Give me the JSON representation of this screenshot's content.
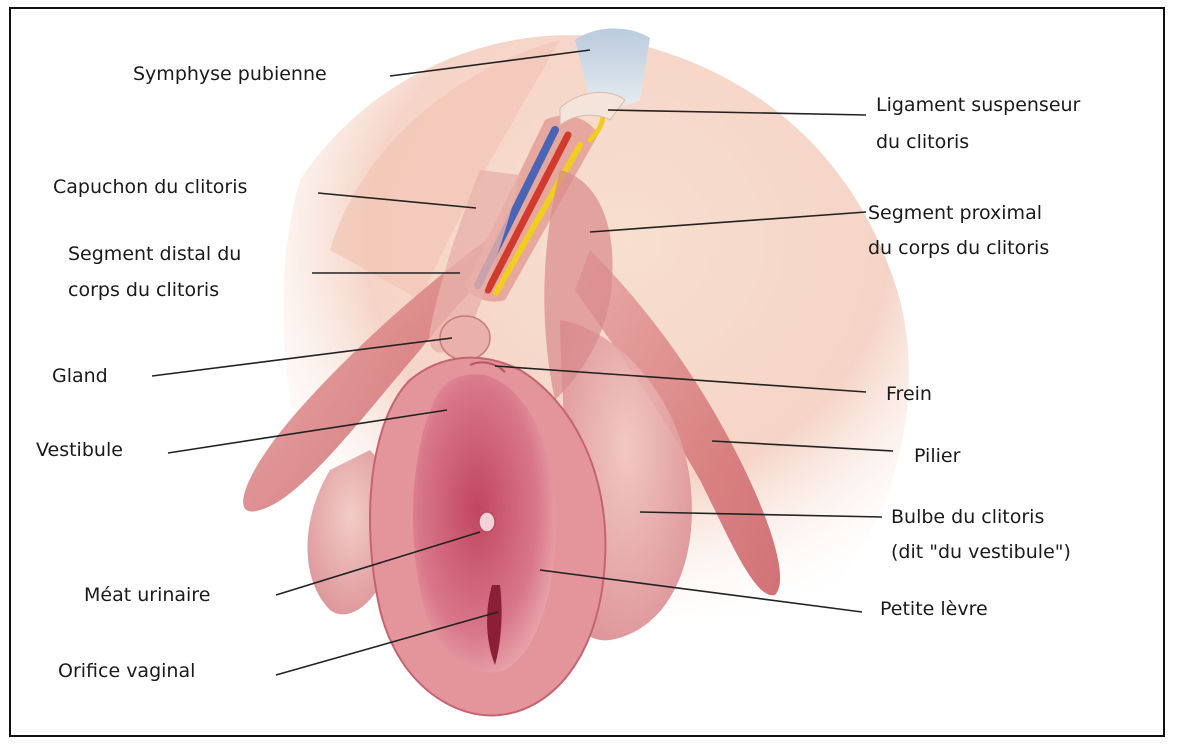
{
  "labels": {
    "symphyse": "Symphyse pubienne",
    "ligament_1": "Ligament suspenseur",
    "ligament_2": "du clitoris",
    "capuchon": "Capuchon du clitoris",
    "seg_proximal_1": "Segment proximal",
    "seg_proximal_2": "du corps du clitoris",
    "seg_distal_1": "Segment distal du",
    "seg_distal_2": "corps du clitoris",
    "gland": "Gland",
    "frein": "Frein",
    "vestibule": "Vestibule",
    "pilier": "Pilier",
    "bulbe_1": "Bulbe du clitoris",
    "bulbe_2": "(dit \"du vestibule\")",
    "meat": "Méat urinaire",
    "petite_levre": "Petite lèvre",
    "orifice": "Orifice vaginal"
  }
}
